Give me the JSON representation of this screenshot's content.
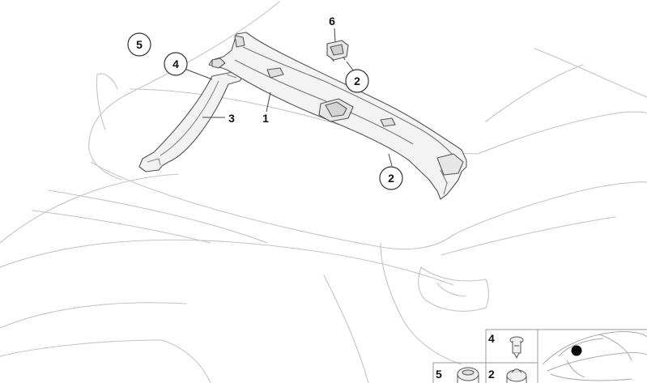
{
  "diagram": {
    "callouts": [
      {
        "id": "c5",
        "label": "5",
        "circled": true
      },
      {
        "id": "c4",
        "label": "4",
        "circled": true
      },
      {
        "id": "c3",
        "label": "3",
        "circled": false
      },
      {
        "id": "c1",
        "label": "1",
        "circled": false
      },
      {
        "id": "c6",
        "label": "6",
        "circled": false
      },
      {
        "id": "c2a",
        "label": "2",
        "circled": true
      },
      {
        "id": "c2b",
        "label": "2",
        "circled": true
      }
    ],
    "inset": {
      "cells": [
        {
          "id": "i4",
          "label": "4",
          "icon": "rivet-pin-icon"
        },
        {
          "id": "i5",
          "label": "5",
          "icon": "round-clip-icon"
        },
        {
          "id": "i2",
          "label": "2",
          "icon": "expansion-nut-icon"
        }
      ],
      "locator_icon": "car-locator-icon"
    },
    "colors": {
      "line": "#555555",
      "ghost": "#bdbdbd",
      "part_fill": "#f2f2f2",
      "dot": "#000000"
    }
  }
}
